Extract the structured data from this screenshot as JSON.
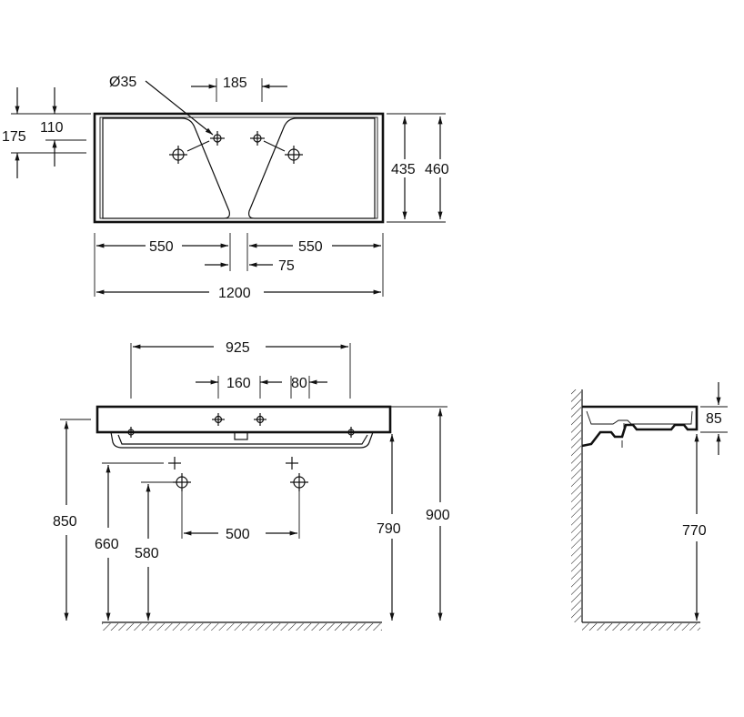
{
  "top_view": {
    "d_hole": "Ø35",
    "tap_spacing": "185",
    "off_110": "110",
    "off_175": "175",
    "depth_435": "435",
    "depth_460": "460",
    "left_bowl": "550",
    "right_bowl": "550",
    "gap": "75",
    "total_width": "1200"
  },
  "front_view": {
    "w_925": "925",
    "w_160": "160",
    "w_80": "80",
    "h_850": "850",
    "h_660": "660",
    "h_580": "580",
    "w_500": "500",
    "h_790": "790",
    "h_900": "900"
  },
  "side_view": {
    "h_85": "85",
    "h_770": "770"
  }
}
